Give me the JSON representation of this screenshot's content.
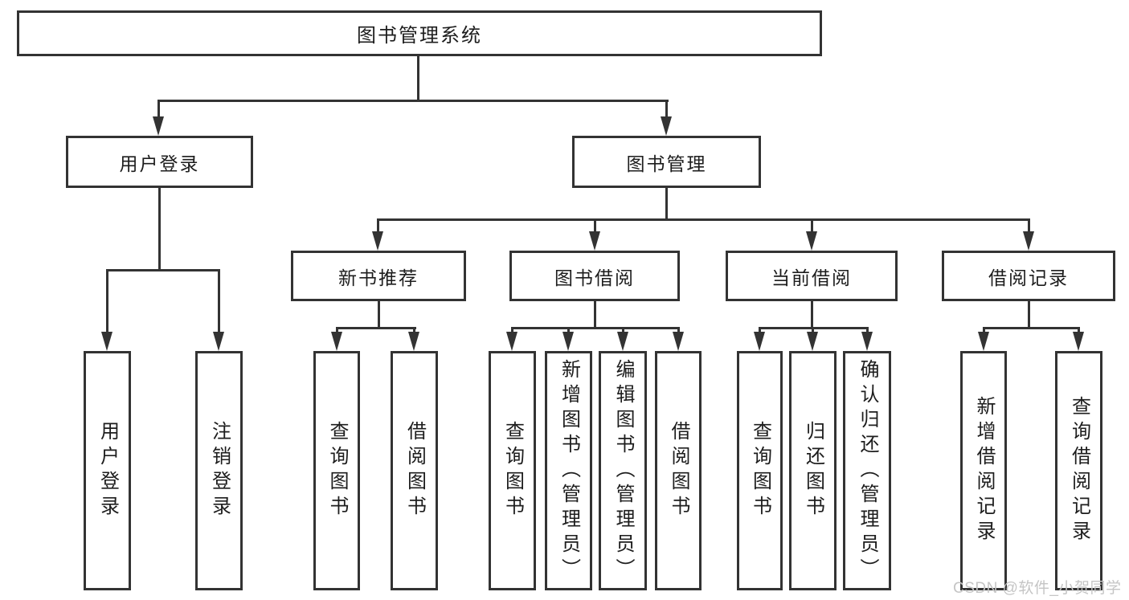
{
  "diagram": {
    "root": {
      "label": "图书管理系统"
    },
    "branches": [
      {
        "label": "用户登录",
        "children": [
          {
            "label": "用户登录"
          },
          {
            "label": "注销登录"
          }
        ]
      },
      {
        "label": "图书管理",
        "children": [
          {
            "label": "新书推荐",
            "children": [
              {
                "label": "查询图书"
              },
              {
                "label": "借阅图书"
              }
            ]
          },
          {
            "label": "图书借阅",
            "children": [
              {
                "label": "查询图书"
              },
              {
                "label": "新增图书（管理员）"
              },
              {
                "label": "编辑图书（管理员）"
              },
              {
                "label": "借阅图书"
              }
            ]
          },
          {
            "label": "当前借阅",
            "children": [
              {
                "label": "查询图书"
              },
              {
                "label": "归还图书"
              },
              {
                "label": "确认归还（管理员）"
              }
            ]
          },
          {
            "label": "借阅记录",
            "children": [
              {
                "label": "新增借阅记录"
              },
              {
                "label": "查询借阅记录"
              }
            ]
          }
        ]
      }
    ]
  },
  "watermark": {
    "text": "CSDN @软件_小贺同学"
  },
  "colors": {
    "line": "#333333",
    "text": "#1d1d1d",
    "watermark": "#c5c5c5",
    "background": "#ffffff"
  }
}
